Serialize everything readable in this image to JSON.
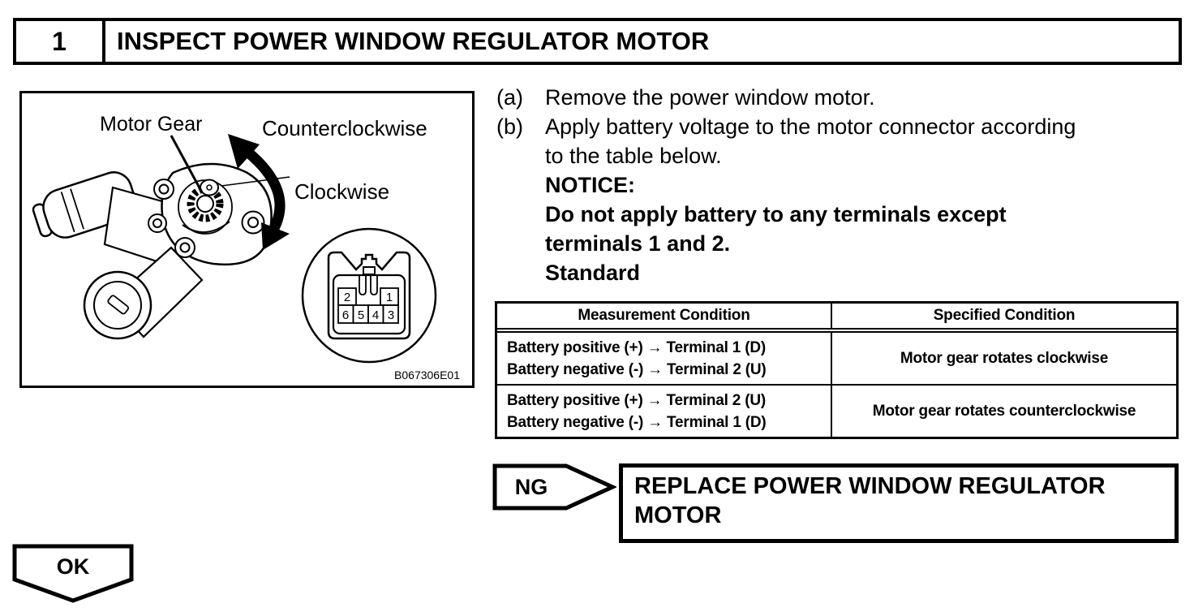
{
  "header": {
    "step_number": "1",
    "title": "INSPECT POWER WINDOW REGULATOR MOTOR"
  },
  "figure": {
    "labels": {
      "motor_gear": "Motor Gear",
      "counterclockwise": "Counterclockwise",
      "clockwise": "Clockwise"
    },
    "connector_pins": {
      "top_row": [
        "2",
        "1"
      ],
      "bottom_row": [
        "6",
        "5",
        "4",
        "3"
      ]
    },
    "figure_code": "B067306E01"
  },
  "instructions": {
    "steps": [
      {
        "label": "(a)",
        "lines": [
          "Remove the power window motor."
        ]
      },
      {
        "label": "(b)",
        "lines": [
          "Apply battery voltage to the motor connector according",
          "to the table below."
        ]
      }
    ],
    "notice_label": "NOTICE:",
    "notice_lines": [
      "Do not apply battery to any terminals except",
      "terminals 1 and 2."
    ],
    "standard_label": "Standard"
  },
  "table": {
    "headers": [
      "Measurement Condition",
      "Specified Condition"
    ],
    "rows": [
      {
        "measurement": [
          "Battery positive (+) → Terminal 1 (D)",
          "Battery negative (-) → Terminal 2 (U)"
        ],
        "specified": "Motor gear rotates clockwise"
      },
      {
        "measurement": [
          "Battery positive (+) → Terminal 2 (U)",
          "Battery negative (-) → Terminal 1 (D)"
        ],
        "specified": "Motor gear rotates counterclockwise"
      }
    ]
  },
  "decision": {
    "ng_label": "NG",
    "ng_action_lines": [
      "REPLACE POWER WINDOW REGULATOR",
      "MOTOR"
    ],
    "ok_label": "OK"
  },
  "colors": {
    "ink": "#000000",
    "paper": "#ffffff"
  }
}
